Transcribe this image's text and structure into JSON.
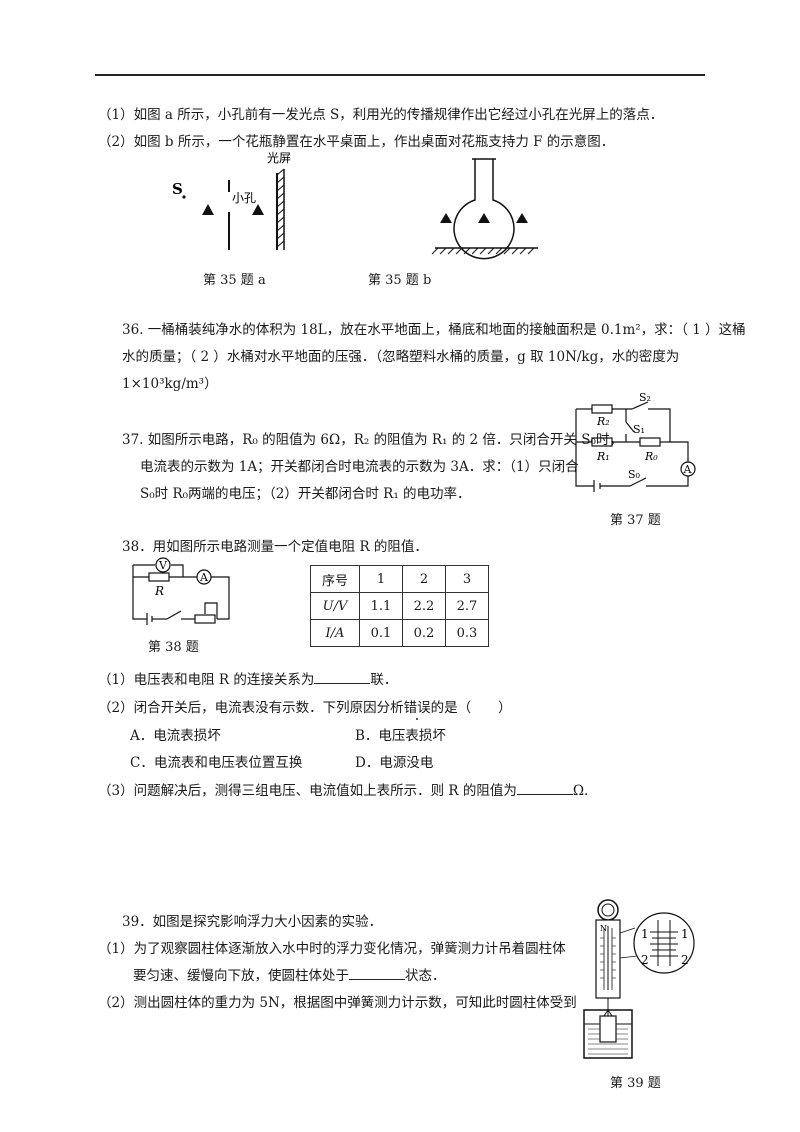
{
  "q35": {
    "part1": "（1）如图 a 所示，小孔前有一发光点 S，利用光的传播规律作出它经过小孔在光屏上的落点．",
    "part2": "（2）如图 b 所示，一个花瓶静置在水平桌面上，作出桌面对花瓶支持力 F 的示意图．",
    "fig_a": {
      "screen": "光屏",
      "hole": "小孔",
      "point": "S",
      "caption": "第 35 题 a"
    },
    "fig_b": {
      "caption": "第 35 题 b"
    }
  },
  "q36": {
    "line1": "36. 一桶桶装纯净水的体积为 18L，放在水平地面上，桶底和地面的接触面积是 0.1m²，求：（ 1 ）这桶",
    "line2": "水的质量；（ 2 ）水桶对水平地面的压强．（忽略塑料水桶的质量，g 取 10N/kg，水的密度为",
    "line3": "1×10³kg/m³）"
  },
  "q37": {
    "line1": "37. 如图所示电路，R₀ 的阻值为 6Ω，R₂ 的阻值为 R₁ 的 2 倍．只闭合开关 S₀时，",
    "line2": "电流表的示数为 1A；开关都闭合时电流表的示数为 3A．求：（1）只闭合",
    "line3": "S₀时 R₀两端的电压；（2）开关都闭合时 R₁ 的电功率．",
    "fig": {
      "s2": "S₂",
      "r2": "R₂",
      "s1": "S₁",
      "r1": "R₁",
      "r0": "R₀",
      "s0": "S₀",
      "ammeter": "A",
      "caption": "第 37 题"
    }
  },
  "q38": {
    "stem": "38．用如图所示电路测量一个定值电阻 R 的阻值．",
    "fig": {
      "voltmeter": "V",
      "ammeter": "A",
      "r": "R",
      "caption": "第 38 题"
    },
    "table": {
      "header": [
        "序号",
        "1",
        "2",
        "3"
      ],
      "rows": [
        [
          "U/V",
          "1.1",
          "2.2",
          "2.7"
        ],
        [
          "I/A",
          "0.1",
          "0.2",
          "0.3"
        ]
      ]
    },
    "p1_pre": "（1）电压表和电阻 R 的连接关系为",
    "p1_post": "联．",
    "p2_pre": "（2）闭合开关后，电流表没有示数．下列原因分析",
    "p2_emph": "错误",
    "p2_post": "的是（　　）",
    "optA": "A．电流表损坏",
    "optB": "B．电压表损坏",
    "optC": "C．电流表和电压表位置互换",
    "optD": "D．电源没电",
    "p3_pre": "（3）问题解决后，测得三组电压、电流值如上表所示．则 R 的阻值为",
    "p3_post": "Ω."
  },
  "q39": {
    "stem": "39．如图是探究影响浮力大小因素的实验．",
    "p1_line1": "（1）为了观察圆柱体逐渐放入水中时的浮力变化情况，弹簧测力计吊着圆柱体",
    "p1_line2_pre": "要匀速、缓慢向下放，使圆柱体处于",
    "p1_line2_post": "状态．",
    "p2_line1": "（2）测出圆柱体的重力为 5N，根据图中弹簧测力计示数，可知此时圆柱体受到",
    "fig": {
      "n": "N",
      "l1": "1",
      "l2": "2",
      "r1": "1",
      "r2": "2",
      "caption": "第 39 题"
    }
  }
}
